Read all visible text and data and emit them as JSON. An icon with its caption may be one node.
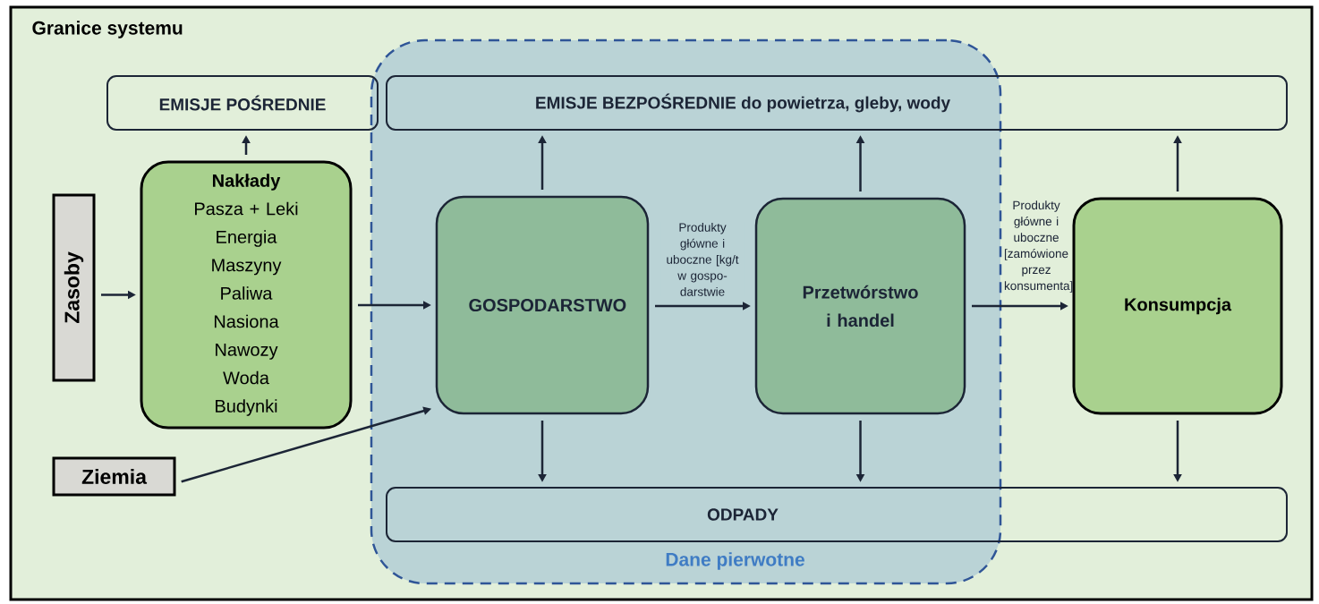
{
  "diagram": {
    "nodes": [
      {
        "text": [
          "Granice systemu"
        ]
      },
      {
        "text": [
          "EMISJE POŚREDNIE"
        ],
        "in": 0
      },
      {
        "text": [
          "Dane pierwotne"
        ],
        "in": 0
      },
      {
        "text": [
          "**EMISJE BEZPOŚREDNIE** do powietrza, gleby, wody"
        ],
        "in": 0
      },
      {
        "text": [
          "Zasoby"
        ],
        "in": 0
      },
      {
        "text": [
          "Nakłady",
          "Pasza + Leki",
          "Energia",
          "Maszyny",
          "Paliwa",
          "Nasiona",
          "Nawozy",
          "Woda",
          "Budynki"
        ],
        "in": 0
      },
      {
        "text": [
          "GOSPODARSTWO"
        ],
        "in": 2
      },
      {
        "text": [
          "Przetwórstwo i handel"
        ],
        "in": 2
      },
      {
        "text": [
          "Konsumpcja"
        ],
        "in": 0
      },
      {
        "text": [
          "Ziemia"
        ],
        "in": 0
      },
      {
        "text": [
          "ODPADY"
        ],
        "in": 0
      }
    ],
    "edges": [
      {
        "from": 4,
        "to": 5,
        "arrow": "to"
      },
      {
        "from": 5,
        "to": 1,
        "arrow": "to"
      },
      {
        "from": 5,
        "to": 6,
        "arrow": "to"
      },
      {
        "from": 9,
        "to": 6,
        "arrow": "to"
      },
      {
        "from": 6,
        "to": 3,
        "arrow": "to"
      },
      {
        "from": 6,
        "to": 10,
        "arrow": "to"
      },
      {
        "from": 6,
        "to": 7,
        "arrow": "to",
        "label": "Produkty główne i uboczne [kg/t w gospo-darstwie"
      },
      {
        "from": 7,
        "to": 3,
        "arrow": "to"
      },
      {
        "from": 7,
        "to": 10,
        "arrow": "to"
      },
      {
        "from": 7,
        "to": 8,
        "arrow": "to",
        "label": "Produkty główne i uboczne [zamówione przez konsumenta]"
      },
      {
        "from": 8,
        "to": 3,
        "arrow": "to"
      },
      {
        "from": 8,
        "to": 10,
        "arrow": "to"
      }
    ]
  }
}
